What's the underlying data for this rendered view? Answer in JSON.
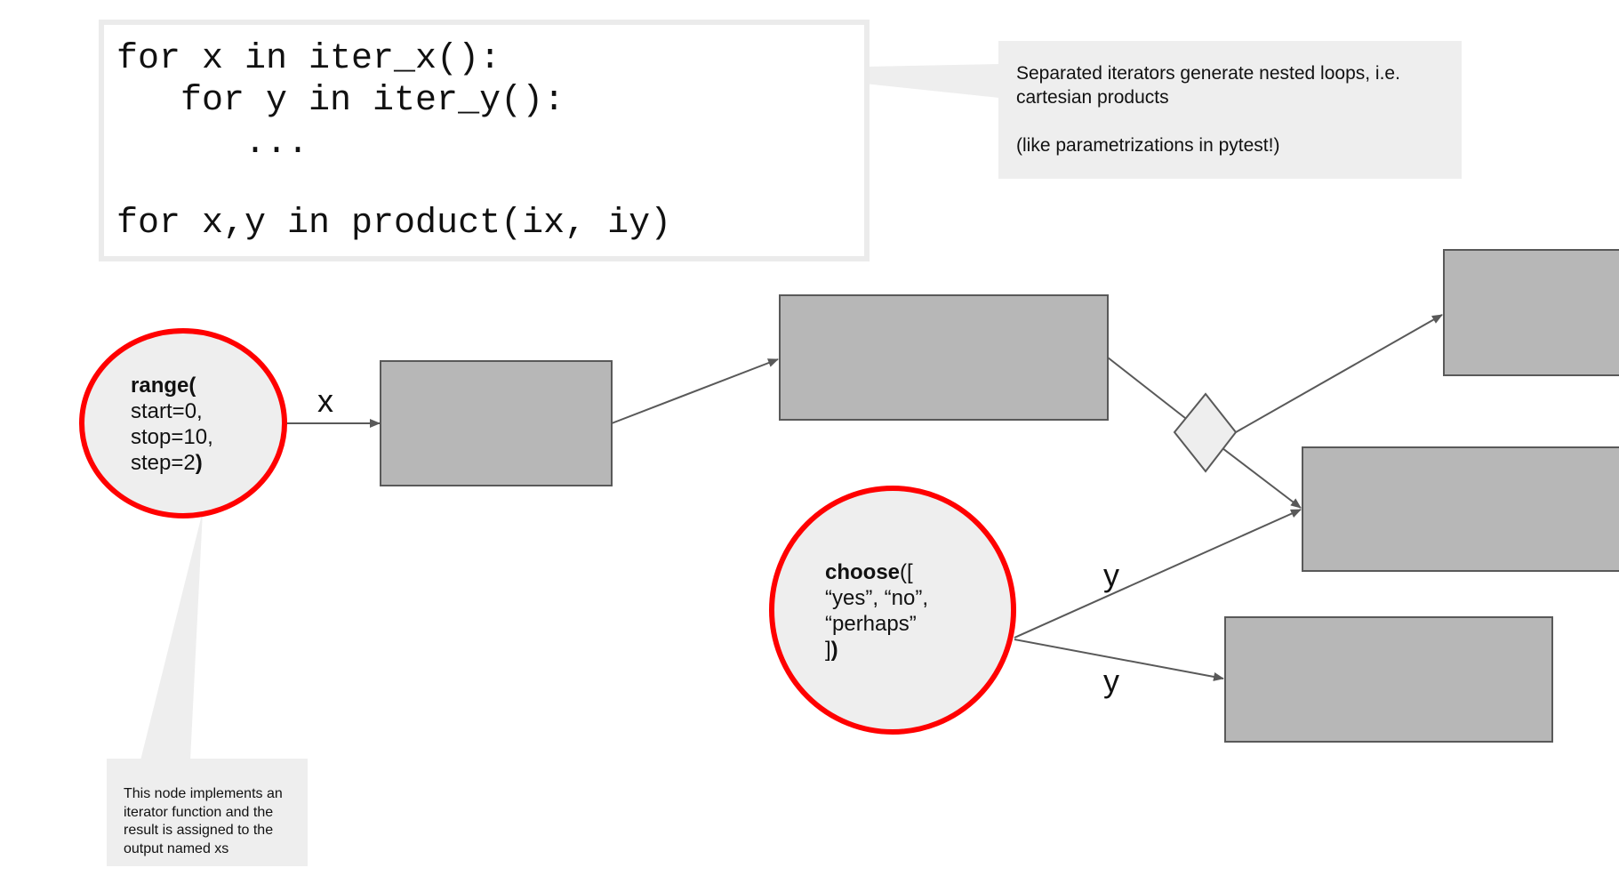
{
  "code": {
    "lines": [
      "for x in iter_x():",
      "   for y in iter_y():",
      "      ...",
      "",
      "for x,y in product(ix, iy)"
    ]
  },
  "callouts": {
    "top": {
      "line1": "Separated iterators generate nested loops, i.e. cartesian products",
      "line2": "(like parametrizations in pytest!)"
    },
    "bottom": {
      "text": "This node implements an iterator function and the result is assigned to the output named xs"
    }
  },
  "nodes": {
    "range": {
      "func": "range(",
      "arg1": "start=0,",
      "arg2": "stop=10,",
      "arg3": "step=2",
      "close": ")"
    },
    "choose": {
      "func": "choose",
      "open": "([",
      "arg1": "“yes”, “no”,",
      "arg2": "“perhaps”",
      "close_plain": "]",
      "close_bold": ")"
    }
  },
  "edges": {
    "x_label": "x",
    "y_label_upper": "y",
    "y_label_lower": "y"
  },
  "colors": {
    "iterator_ring": "#ff0000",
    "node_fill": "#eeeeee",
    "box_fill": "#b7b7b7",
    "box_stroke": "#595959",
    "edge": "#595959",
    "callout_fill": "#eeeeee"
  }
}
